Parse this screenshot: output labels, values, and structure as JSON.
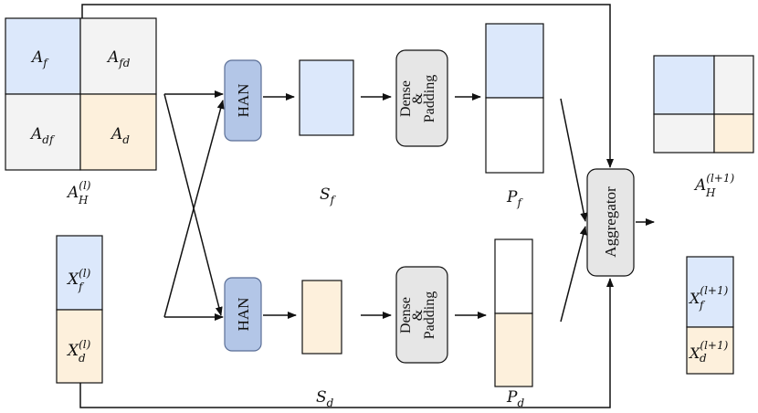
{
  "colors": {
    "blue_light": "#dce8fb",
    "orange_light": "#fdf0dc",
    "gray_light": "#f3f3f3",
    "han_fill": "#b3c6e7",
    "han_stroke": "#5a6e96",
    "dense_fill": "#e6e6e6",
    "stroke": "#111111"
  },
  "matrix_A": {
    "cells": [
      {
        "base": "A",
        "sub": "f"
      },
      {
        "base": "A",
        "sub": "fd"
      },
      {
        "base": "A",
        "sub": "df"
      },
      {
        "base": "A",
        "sub": "d"
      }
    ],
    "label": {
      "base": "A",
      "sub": "H",
      "sup": "(l)"
    }
  },
  "features_X": {
    "cells": [
      {
        "base": "X",
        "sub": "f",
        "sup": "(l)"
      },
      {
        "base": "X",
        "sub": "d",
        "sup": "(l)"
      }
    ]
  },
  "han_top": "HAN",
  "han_bottom": "HAN",
  "dense_top": [
    "Dense",
    "&",
    "Padding"
  ],
  "dense_bottom": [
    "Dense",
    "&",
    "Padding"
  ],
  "S_f": {
    "base": "S",
    "sub": "f"
  },
  "S_d": {
    "base": "S",
    "sub": "d"
  },
  "P_f": {
    "base": "P",
    "sub": "f"
  },
  "P_d": {
    "base": "P",
    "sub": "d"
  },
  "aggregator": "Aggregator",
  "out_A_label": {
    "base": "A",
    "sub": "H",
    "sup": "(l+1)"
  },
  "out_X": {
    "cells": [
      {
        "base": "X",
        "sub": "f",
        "sup": "(l+1)"
      },
      {
        "base": "X",
        "sub": "d",
        "sup": "(l+1)"
      }
    ]
  }
}
